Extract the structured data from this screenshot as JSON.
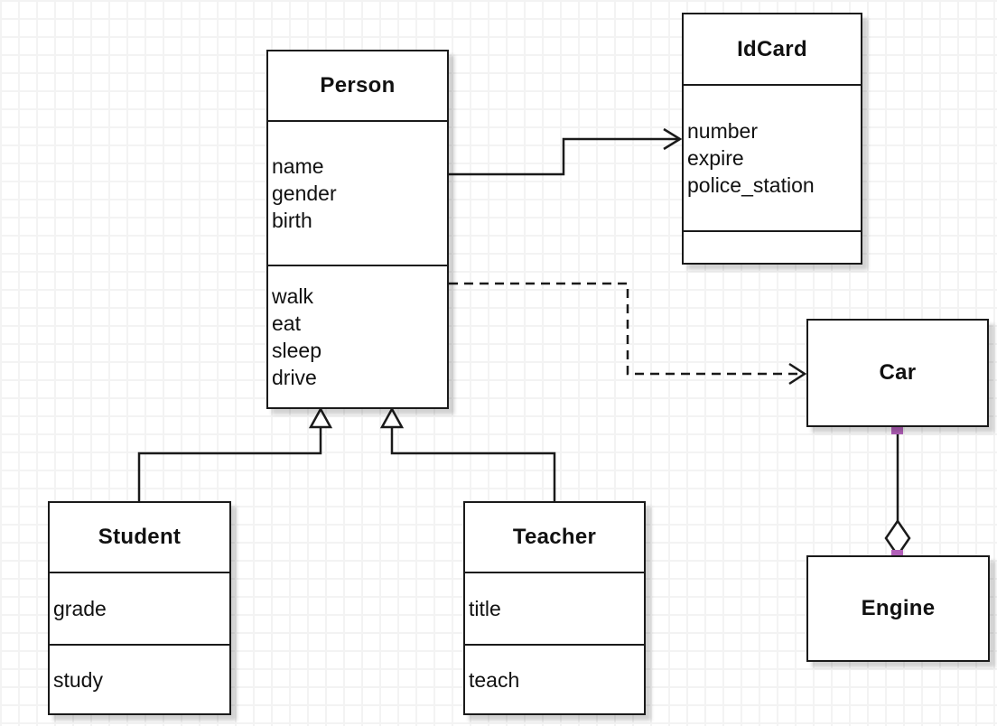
{
  "diagram": {
    "type": "uml-class-diagram",
    "colors": {
      "line": "#1a1a1a",
      "shape_fill": "#ffffff",
      "selection_handle": "#b15fb8",
      "grid_line": "#f3f3f3",
      "background": "#ffffff"
    },
    "classes": [
      {
        "title": "Person",
        "attributes": [
          "name",
          "gender",
          "birth"
        ],
        "methods": [
          "walk",
          "eat",
          "sleep",
          "drive"
        ]
      },
      {
        "title": "IdCard",
        "attributes": [
          "number",
          "expire",
          "police_station"
        ],
        "methods": []
      },
      {
        "title": "Car",
        "attributes": [],
        "methods": []
      },
      {
        "title": "Engine",
        "attributes": [],
        "methods": []
      },
      {
        "title": "Student",
        "attributes": [
          "grade"
        ],
        "methods": [
          "study"
        ]
      },
      {
        "title": "Teacher",
        "attributes": [
          "title"
        ],
        "methods": [
          "teach"
        ]
      }
    ],
    "relationships": [
      {
        "type": "association",
        "from": "Person",
        "to": "IdCard",
        "line": "solid",
        "arrowhead": "open"
      },
      {
        "type": "dependency",
        "from": "Person",
        "to": "Car",
        "line": "dashed",
        "arrowhead": "open"
      },
      {
        "type": "generalization",
        "from": "Student",
        "to": "Person",
        "line": "solid",
        "arrowhead": "hollow-triangle"
      },
      {
        "type": "generalization",
        "from": "Teacher",
        "to": "Person",
        "line": "solid",
        "arrowhead": "hollow-triangle"
      },
      {
        "type": "aggregation",
        "from": "Car",
        "to": "Engine",
        "line": "solid",
        "arrowhead": "hollow-diamond",
        "selected": true
      }
    ]
  }
}
